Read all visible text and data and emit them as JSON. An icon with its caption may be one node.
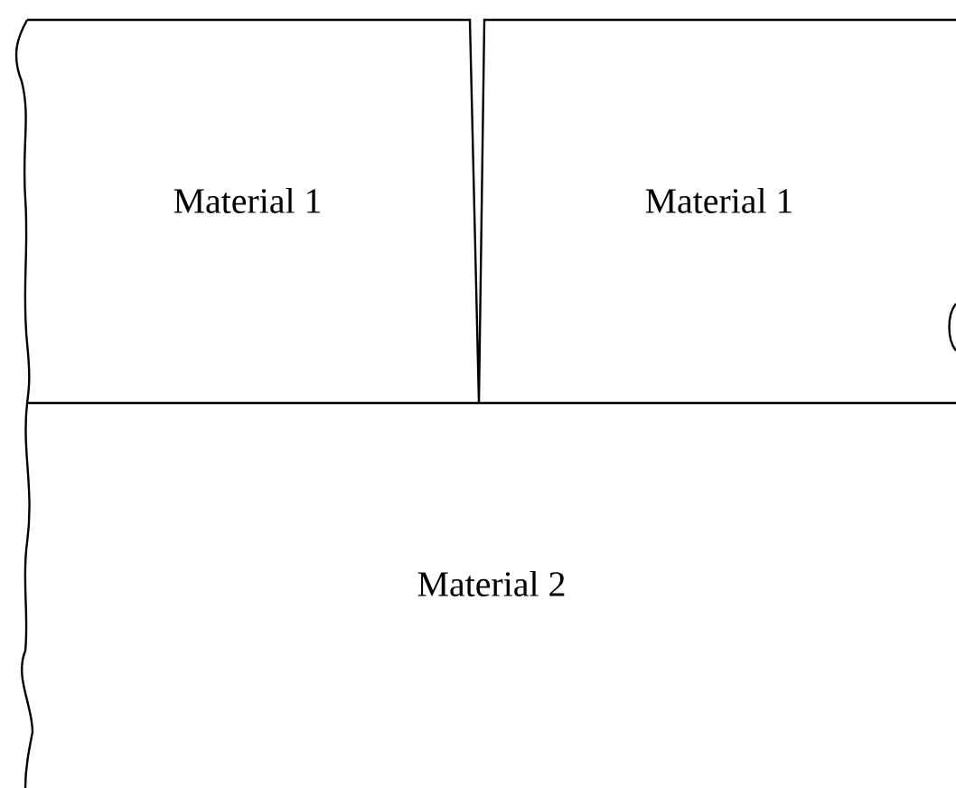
{
  "diagram": {
    "nodes": [
      {
        "text": [
          "Material 1"
        ]
      },
      {
        "text": [
          "Material 1"
        ]
      },
      {
        "text": [
          "Material 2"
        ]
      }
    ]
  }
}
